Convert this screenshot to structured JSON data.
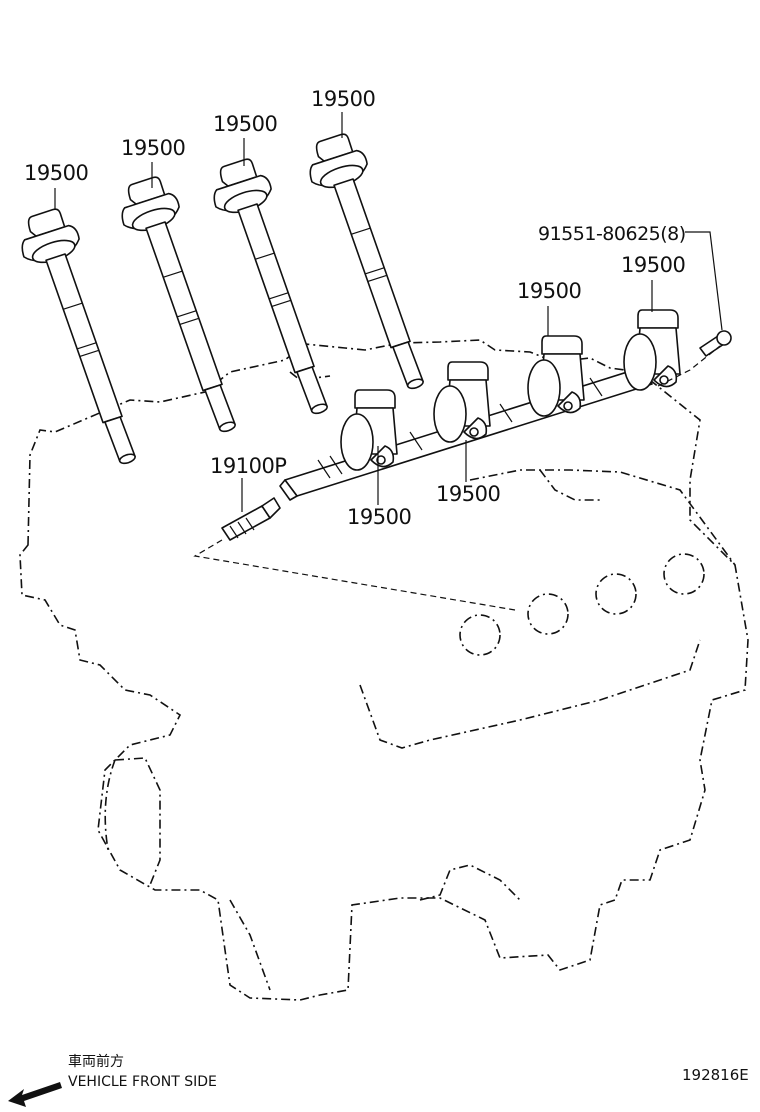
{
  "labels": {
    "coil_1": "19500",
    "coil_2": "19500",
    "coil_3": "19500",
    "coil_4": "19500",
    "coil_5": "19500",
    "coil_6": "19500",
    "coil_7": "19500",
    "coil_8": "19500",
    "spark_plug": "19100P",
    "bolt": "91551-80625(8)"
  },
  "footer": {
    "front_jp": "車両前方",
    "front_en": "VEHICLE FRONT SIDE",
    "illustration_id": "192816E"
  }
}
